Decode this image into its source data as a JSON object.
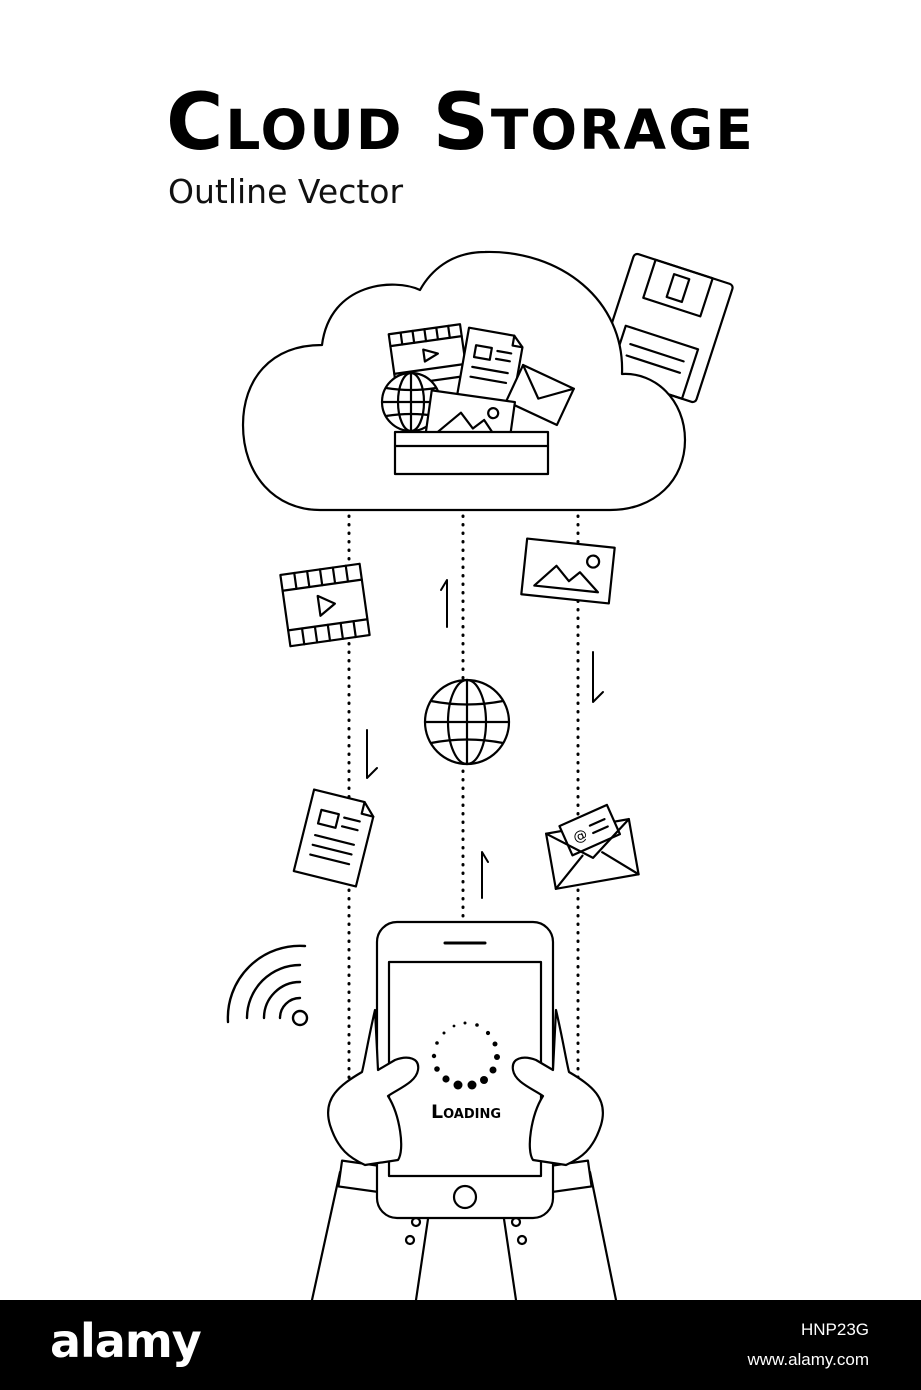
{
  "poster": {
    "title": "Cloud Storage",
    "subtitle": "Outline Vector",
    "phone_status": "Loading"
  },
  "footer": {
    "brand": "alamy",
    "image_id": "HNP23G",
    "site": "www.alamy.com"
  },
  "icons": [
    "cloud-icon",
    "floppy-disk-icon",
    "file-box-icon",
    "video-icon",
    "globe-icon",
    "image-icon",
    "document-icon",
    "email-icon",
    "wifi-icon",
    "smartphone-icon",
    "hand-icon",
    "loading-spinner-icon"
  ]
}
